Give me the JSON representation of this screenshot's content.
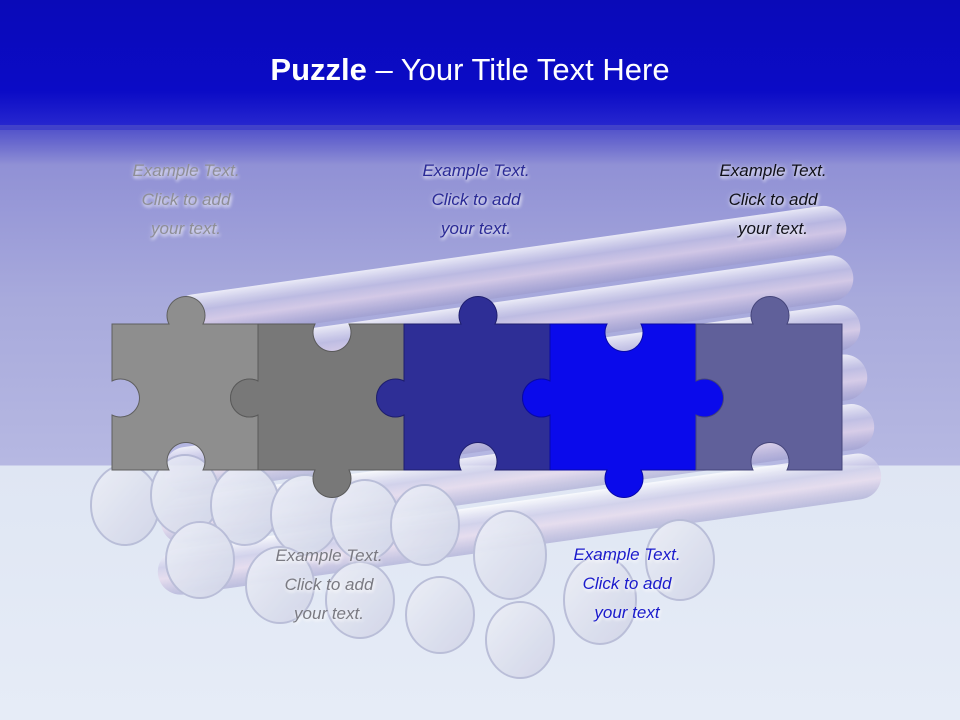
{
  "slide": {
    "title_bold": "Puzzle",
    "title_rest": " – Your Title Text Here",
    "captions": [
      {
        "lines": [
          "Example Text.",
          "Click  to add",
          "your text."
        ]
      },
      {
        "lines": [
          "Example Text.",
          "Click  to add",
          "your text."
        ]
      },
      {
        "lines": [
          "Example Text.",
          "Click  to add",
          "your text."
        ]
      },
      {
        "lines": [
          "Example Text.",
          "Click  to add",
          "your text"
        ]
      },
      {
        "lines": [
          "Example Text.",
          "Click  to add",
          "your text."
        ]
      }
    ]
  },
  "colors": {
    "header": "#0b0bc6",
    "piece_1": "#8e8e8e",
    "piece_2": "#787878",
    "piece_3": "#2e2e96",
    "piece_4": "#0a0aeb",
    "piece_5": "#60609a"
  }
}
